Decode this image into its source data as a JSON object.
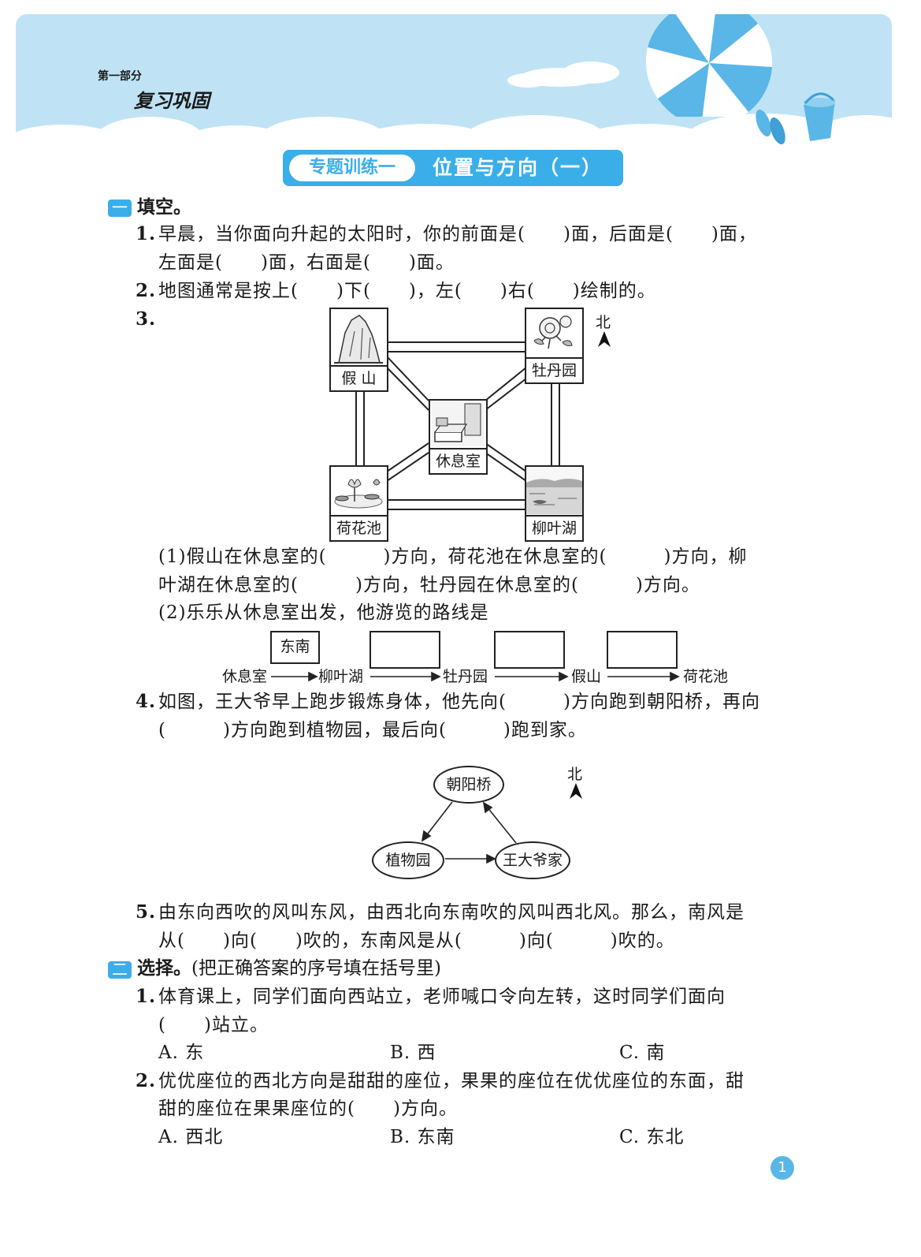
{
  "header": {
    "part_label": "第一部分",
    "part_title": "复习巩固",
    "topic_tag": "专题训练一",
    "topic_title": "位置与方向（一）"
  },
  "section1": {
    "badge": "一",
    "title": "填空。",
    "q1": {
      "num": "1.",
      "line1": "早晨，当你面向升起的太阳时，你的前面是(　　)面，后面是(　　)面，",
      "line2": "左面是(　　)面，右面是(　　)面。"
    },
    "q2": {
      "num": "2.",
      "line1": "地图通常是按上(　　)下(　　)，左(　　)右(　　)绘制的。"
    },
    "q3": {
      "num": "3.",
      "map": {
        "north": "北",
        "nodes": {
          "rockery": "假 山",
          "peony": "牡丹园",
          "rest": "休息室",
          "lotus": "荷花池",
          "willow": "柳叶湖"
        }
      },
      "sub1_line1": "(1)假山在休息室的(　　　)方向，荷花池在休息室的(　　　)方向，柳",
      "sub1_line2": "叶湖在休息室的(　　　)方向，牡丹园在休息室的(　　　)方向。",
      "sub2_line1": "(2)乐乐从休息室出发，他游览的路线是",
      "route": {
        "first_answer": "东南",
        "stops": [
          "休息室",
          "柳叶湖",
          "牡丹园",
          "假山",
          "荷花池"
        ]
      }
    },
    "q4": {
      "num": "4.",
      "line1": "如图，王大爷早上跑步锻炼身体，他先向(　　　)方向跑到朝阳桥，再向",
      "line2": "(　　　)方向跑到植物园，最后向(　　　)跑到家。",
      "diagram": {
        "north": "北",
        "bridge": "朝阳桥",
        "garden": "植物园",
        "home": "王大爷家"
      }
    },
    "q5": {
      "num": "5.",
      "line1": "由东向西吹的风叫东风，由西北向东南吹的风叫西北风。那么，南风是",
      "line2": "从(　　)向(　　)吹的，东南风是从(　　　)向(　　　)吹的。"
    }
  },
  "section2": {
    "badge": "二",
    "title": "选择。",
    "note": "(把正确答案的序号填在括号里)",
    "q1": {
      "num": "1.",
      "line1": "体育课上，同学们面向西站立，老师喊口令向左转，这时同学们面向",
      "line2": "(　　)站立。",
      "options": [
        "A. 东",
        "B. 西",
        "C. 南"
      ]
    },
    "q2": {
      "num": "2.",
      "line1": "优优座位的西北方向是甜甜的座位，果果的座位在优优座位的东面，甜",
      "line2": "甜的座位在果果座位的(　　)方向。",
      "options": [
        "A. 西北",
        "B. 东南",
        "C. 东北"
      ]
    }
  },
  "footer": {
    "page_number": "1"
  },
  "colors": {
    "banner_sky": "#bfe3f5",
    "accent_blue": "#3aaee8",
    "umbrella_blue": "#5ab6e6"
  }
}
